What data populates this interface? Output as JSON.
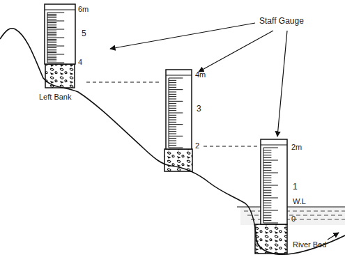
{
  "diagram": {
    "labels": [
      "6m",
      "5",
      "4",
      "Left Bank",
      "Staff Gauge",
      "4m",
      "3",
      "2",
      "2m",
      "1",
      "W.L",
      "0",
      "River Bed"
    ]
  }
}
